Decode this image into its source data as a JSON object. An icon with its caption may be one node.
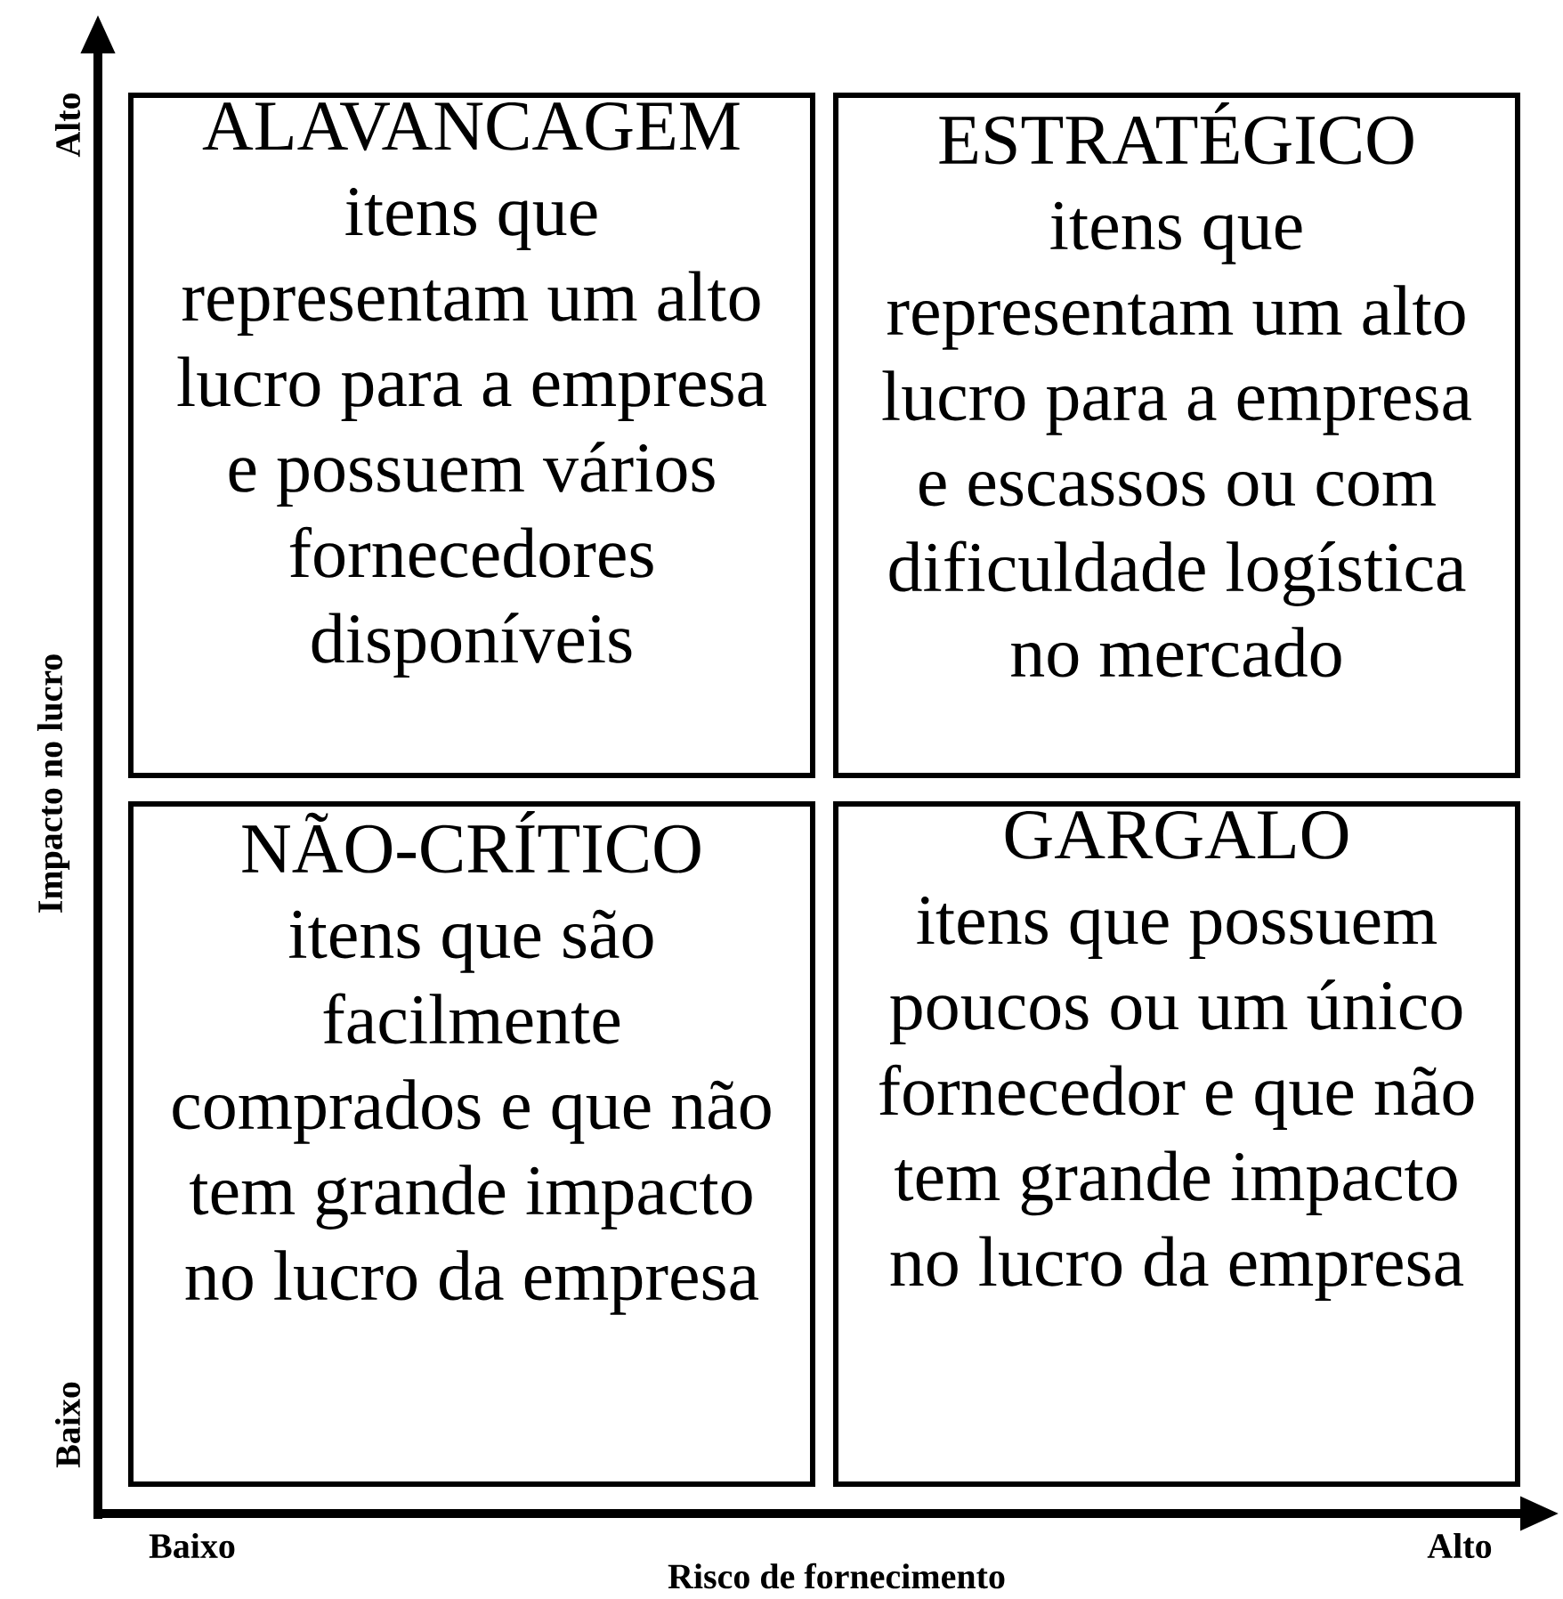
{
  "diagram": {
    "nodes": [
      {
        "text": [
          "ALAVANCAGEM",
          "itens que representam um alto lucro para a empresa e possuem vários fornecedores disponíveis"
        ]
      },
      {
        "text": [
          "ESTRATÉGICO",
          "itens que representam um alto lucro para a empresa e escassos ou com dificuldade logística no mercado"
        ]
      },
      {
        "text": [
          "NÃO-CRÍTICO",
          "itens que são facilmente comprados e que não tem grande impacto no lucro da empresa"
        ]
      },
      {
        "text": [
          "GARGALO",
          "itens que possuem poucos ou um único fornecedor e que não tem grande impacto no lucro da empresa"
        ]
      }
    ],
    "labels": [
      "Alto",
      "Impacto no lucro",
      "Baixo",
      "Baixo",
      "Alto",
      "Risco de fornecimento"
    ]
  }
}
